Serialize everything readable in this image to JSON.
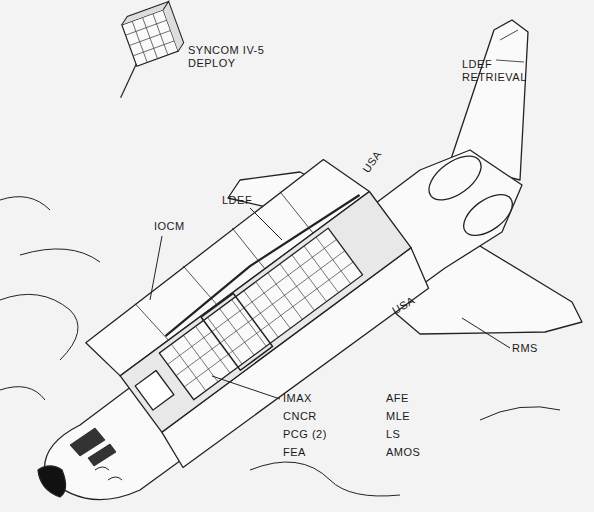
{
  "diagram": {
    "labels": [
      "SYNCOM IV-5 DEPLOY",
      "LDEF RETRIEVAL",
      "LDEF",
      "IOCM",
      "USA",
      "USA",
      "RMS",
      "IMAX",
      "AFE",
      "CNCR",
      "MLE",
      "PCG (2)",
      "LS",
      "FEA",
      "AMOS"
    ]
  }
}
